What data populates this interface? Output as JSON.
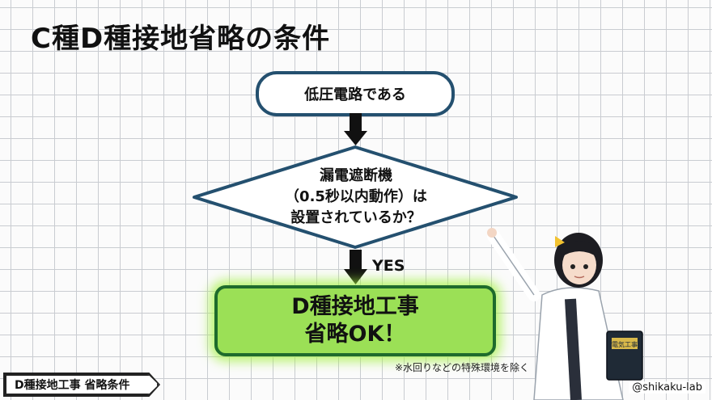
{
  "title": "C種D種接地省略の条件",
  "flow": {
    "start": "低圧電路である",
    "decision": {
      "line1": "漏電遮断機",
      "line2": "（0.5秒以内動作）は",
      "line3": "設置されているか？"
    },
    "yes_label": "YES",
    "result": {
      "line1": "D種接地工事",
      "line2": "省略OK！"
    }
  },
  "note": "※水回りなどの特殊環境を除く",
  "footer_tag": "D種接地工事 省略条件",
  "credit": "@shikaku-lab",
  "character": {
    "book_title": "電気工事"
  },
  "colors": {
    "box_border": "#24506f",
    "result_fill": "#9be056",
    "result_border": "#1e6b2c",
    "grid": "#c9ccd1"
  }
}
